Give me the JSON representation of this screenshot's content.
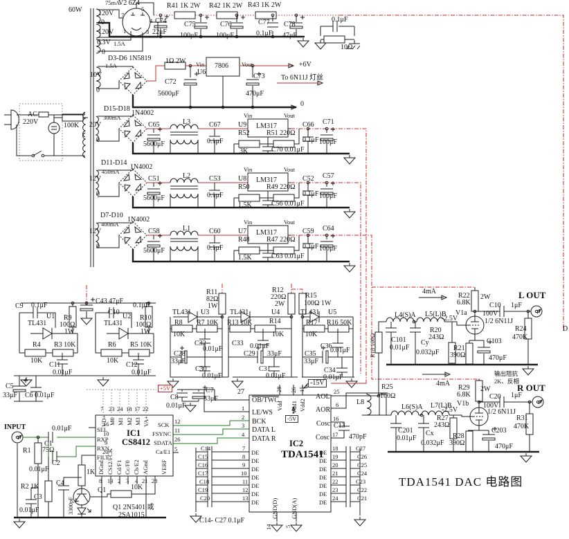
{
  "misc": {
    "title": "TDA1541    DAC 电路图",
    "d": "D"
  },
  "power": {
    "p5v": "+5V",
    "n5v": "-5V",
    "n15v": "-15V"
  },
  "ac": {
    "l1": "AC",
    "l2": "220V",
    "bleeder": "100K"
  },
  "xfmr": {
    "power": "60W",
    "current": "75mA",
    "tube": "V2 6Z4",
    "w120a": "120V",
    "tap0a": "0",
    "w120b": "120V",
    "w63": "6.3V",
    "fuse63": "1.5A",
    "tap0b": "0",
    "p7": "7",
    "p5": "5",
    "p4": "4",
    "p1": "1",
    "p3": "3"
  },
  "hv": {
    "r41": "R41 1K 2W",
    "r42": "R42 1K 2W",
    "r43": "R43 1K 2W",
    "c74": "C74",
    "c74v": "22μF",
    "c75": "C75",
    "c75v": "100μF",
    "c76": "C76",
    "c76v": "100μF",
    "c77": "C77",
    "c77v": "0.1μF",
    "c78": "C78",
    "c78v": "47μF",
    "snubc": "0.1μF",
    "snubr": "10Ω"
  },
  "heater6": {
    "d": "D3-D6 1N5819",
    "fuse": "1.5A",
    "w": "10V",
    "w0": "0",
    "r": "1Ω 2W",
    "vin": "Vin",
    "u": "U6",
    "chip": "7806",
    "vout": "Vout",
    "cin": "C72",
    "cinv": "5600μF",
    "cout": "C73",
    "coutv": "470μF",
    "rail": "+6V",
    "note": "To 6N11J 灯丝",
    "zero": "0"
  },
  "rails": [
    {
      "d": "D15-D18",
      "dt": "1N4002",
      "i": "300mA",
      "w": "20V",
      "w0": "0",
      "cin": "C65",
      "cinv": "5600μF",
      "l": "L3",
      "c1": "C67",
      "c1v": "0.1μF",
      "vin": "Vin",
      "u": "U9",
      "chip": "LM317",
      "vout": "Vout",
      "rb": "R52",
      "rbv": "3K",
      "rt": "R51 220Ω",
      "ca": "C70 0.01μF",
      "c2": "C66",
      "c2v": "0.1μF",
      "c3": "C71",
      "c3v": "100μF"
    },
    {
      "d": "D11-D14",
      "dt": "1N4002",
      "i": "450mA",
      "w": "12V",
      "w0": "0",
      "cin": "C51",
      "cinv": "5600μF",
      "l": "L2",
      "c1": "C53",
      "c1v": "0.1μF",
      "vin": "Vin",
      "u": "U8",
      "chip": "LM317",
      "vout": "Vout",
      "rb": "R50",
      "rbv": "1.5K",
      "rt": "R49 220Ω",
      "ca": "C56 0.01μF",
      "c2": "C52",
      "c2v": "0.1μF",
      "c3": "C57",
      "c3v": "100μF"
    },
    {
      "d": "D7-D10",
      "dt": "1N4002",
      "i": "400mA",
      "w": "12V",
      "w0": "0",
      "cin": "C58",
      "cinv": "5600μF",
      "l": "L1",
      "c1": "C60",
      "c1v": "0.1μF",
      "vin": "Vin",
      "u": "U7",
      "chip": "LM317",
      "vout": "Vout",
      "rb": "R48",
      "rbv": "1.5K",
      "rt": "R47 220Ω",
      "ca": "C63 0.01μF",
      "c2": "C59",
      "c2v": "0.1μF",
      "c3": "C64",
      "c3v": "100μF"
    }
  ],
  "shuntL": {
    "c9": "C9",
    "c9v": "0.1μF",
    "c43": "C43 47μF",
    "c10": "C10",
    "c10v": "0.1μF",
    "u1": "U1",
    "u1t": "TL431",
    "r9": "R9",
    "r9v": "100Ω",
    "r9w": "1W",
    "r4": "R4",
    "r4v": "10K",
    "r3": "R3 10K",
    "c11": "C11",
    "c11v": "0.01μF",
    "u2": "U2",
    "u2t": "TL431",
    "r10": "R10",
    "r10v": "100Ω",
    "r10w": "1W",
    "r6": "R6",
    "r6v": "10K",
    "r5": "R5 10K",
    "c12": "C12",
    "c12v": "0.01μF",
    "c5": "C5",
    "c5v": "33μF",
    "c6": "C6 0.01μF"
  },
  "shuntM": {
    "r11": "R11",
    "r11v": "82Ω",
    "r11w": "1W",
    "u3": "U3",
    "u3t": "TL431",
    "r8": "R8",
    "r8v": "10K",
    "r7": "R7 10K",
    "c32": "C32",
    "c32v": "0.01μF",
    "c28": "C28",
    "c28v": "33μF",
    "c30": "C30",
    "c30v": "0.01μF",
    "r12": "R12",
    "r12v": "220Ω",
    "r12w": "2W",
    "u4": "U4",
    "u4t": "TL431",
    "r13": "R13 10K",
    "r14": "R14",
    "r14v": "10K",
    "c33": "C33",
    "c33v": "0.01μF",
    "c29": "C29",
    "c29v": "33μF",
    "c31": "C31",
    "c31v": "0.01μF",
    "r15": "R15",
    "r15v": "100Ω 1W",
    "u5": "U5",
    "u5t": "TL431",
    "r17": "R17",
    "r17v": "10K",
    "r16": "R16 50K",
    "c36": "C36",
    "c36v": "0.01μF",
    "c35": "C35",
    "c35v": "33μF",
    "c34": "C34",
    "c34v": "0.01μF",
    "r18": "R18 100Ω"
  },
  "outL": {
    "i": "4mA",
    "r22": "R22",
    "r22v": "6.8K",
    "r22w": "2W",
    "jack": "L OUT",
    "c10": "C10",
    "c10v": "1μF",
    "tube": "V1a",
    "hv": "100V",
    "bias": "-2.5V",
    "tubet": "1/2 6N11J",
    "l4": "L4(S)A",
    "l5": "L5(L)B",
    "r20": "R20",
    "r20v": "243Ω",
    "c101": "C101",
    "c101v": "0.01μF",
    "cy": "Cy",
    "cyv": "0.032μF",
    "r21": "R21",
    "r21v": "390Ω",
    "c103": "C103",
    "c103v": "470μF",
    "r24": "R24",
    "r24v": "470K",
    "imp1": "输出阻抗",
    "imp2": "2K、反相"
  },
  "outR": {
    "i": "4mA",
    "r29": "R29",
    "r29v": "6.8K",
    "r29w": "2W",
    "jack": "R OUT",
    "c20": "C20",
    "c20v": "1μF",
    "tube": "V1b",
    "hv": "100V",
    "bias": "-2.5V",
    "tubet": "1/2 6N11J",
    "l6": "L6(S)A",
    "l7": "L7(L)B",
    "r27": "R27",
    "r27v": "243Ω",
    "c201": "C201",
    "c201v": "0.01μF",
    "cx": "Cx",
    "cxv": "0.032μF",
    "r28": "R28",
    "r28v": "390Ω",
    "c203": "C203",
    "c203v": "470μF",
    "r31": "R31",
    "r31v": "470K",
    "r25": "R25",
    "r25v": "100Ω",
    "l8": "L8"
  },
  "cs": {
    "input": "INPUT",
    "c1": "C1",
    "c1v": "0.01μF",
    "r1": "R1",
    "r1v": "75Ω",
    "c2": "C2",
    "c2v": "0.01μF",
    "r2": "R2 1K",
    "c3": "C3",
    "c3v": "0.01μF",
    "c4": "C4",
    "c4v": "3300pF",
    "r1k": "1K",
    "q1": "Q1",
    "r10k": "10K",
    "q1t": "Q1 2N5401 或",
    "q1t2": "2SA1015",
    "ic": "IC1",
    "chip": "CS8412",
    "p16": "16",
    "sel": "SEL",
    "p10": "10",
    "rxp": "RXP",
    "p9": "9",
    "rxn": "RXN",
    "p20": "20",
    "filt": "FILT",
    "p7": "7",
    "vdp": "VD+",
    "p23": "23",
    "m0": "M0",
    "p24": "24",
    "m1": "M1",
    "p18": "18",
    "m2": "M2",
    "p17": "17",
    "m3": "M3",
    "p22": "22",
    "vap": "VA+",
    "sck": "SCK",
    "p12": "12",
    "fsync": "FSYNC",
    "p11": "11",
    "sdata": "SDATA",
    "p26": "26",
    "cael": "Ca/E1",
    "p5": "5",
    "dgnd": "DGnd",
    "p8": "8",
    "cs12": "CS12/FCK",
    "p13": "13",
    "cdf1": "Cd/F1",
    "p2": "2",
    "ccf0": "Cc/F0",
    "p3": "3",
    "cbe2": "Cb/E2",
    "p4": "4",
    "agnd": "AGnd",
    "p21": "21",
    "verf": "VERF",
    "p28": "28"
  },
  "tda": {
    "ic": "IC2",
    "chip": "TDA1541",
    "p27": "27",
    "obtwc": "OB/TWC",
    "p28": "28",
    "vdd": "Vdd",
    "p26": "26",
    "vdd1": "Vdd1",
    "p15": "15",
    "vdd2": "Vdd2",
    "p1": "1",
    "lews": "LE/WS",
    "p2": "2",
    "bck": "BCK",
    "p3": "3",
    "datal": "DATA L",
    "p4": "4",
    "datar": "DATA R",
    "p25": "25",
    "aol": "AOL",
    "p6": "6",
    "aor": "AOR",
    "p16": "16",
    "cosc1": "Cosc",
    "p17": "17",
    "cosc2": "Cosc",
    "de": "DE",
    "pins_l": [
      "7",
      "8",
      "9",
      "10",
      "11",
      "12",
      "13"
    ],
    "pins_r": [
      "18",
      "19",
      "20",
      "21",
      "22",
      "23",
      "24"
    ],
    "caps_l": [
      "C14",
      "C15",
      "C16",
      "C17",
      "C18",
      "C19",
      "C20"
    ],
    "caps_r": [
      "C27",
      "C26",
      "C25",
      "C24",
      "C23",
      "C22",
      "C21"
    ],
    "gndd": "GND(D)",
    "p14": "14",
    "gnda": "GND(A)",
    "p5": "5",
    "c13": "C13",
    "c13v": "470pF",
    "capnote": "C14- C27 0.1μF",
    "c7": "C7",
    "c7v": "33μF",
    "c8": "C8",
    "c8v": "0.01μF"
  }
}
